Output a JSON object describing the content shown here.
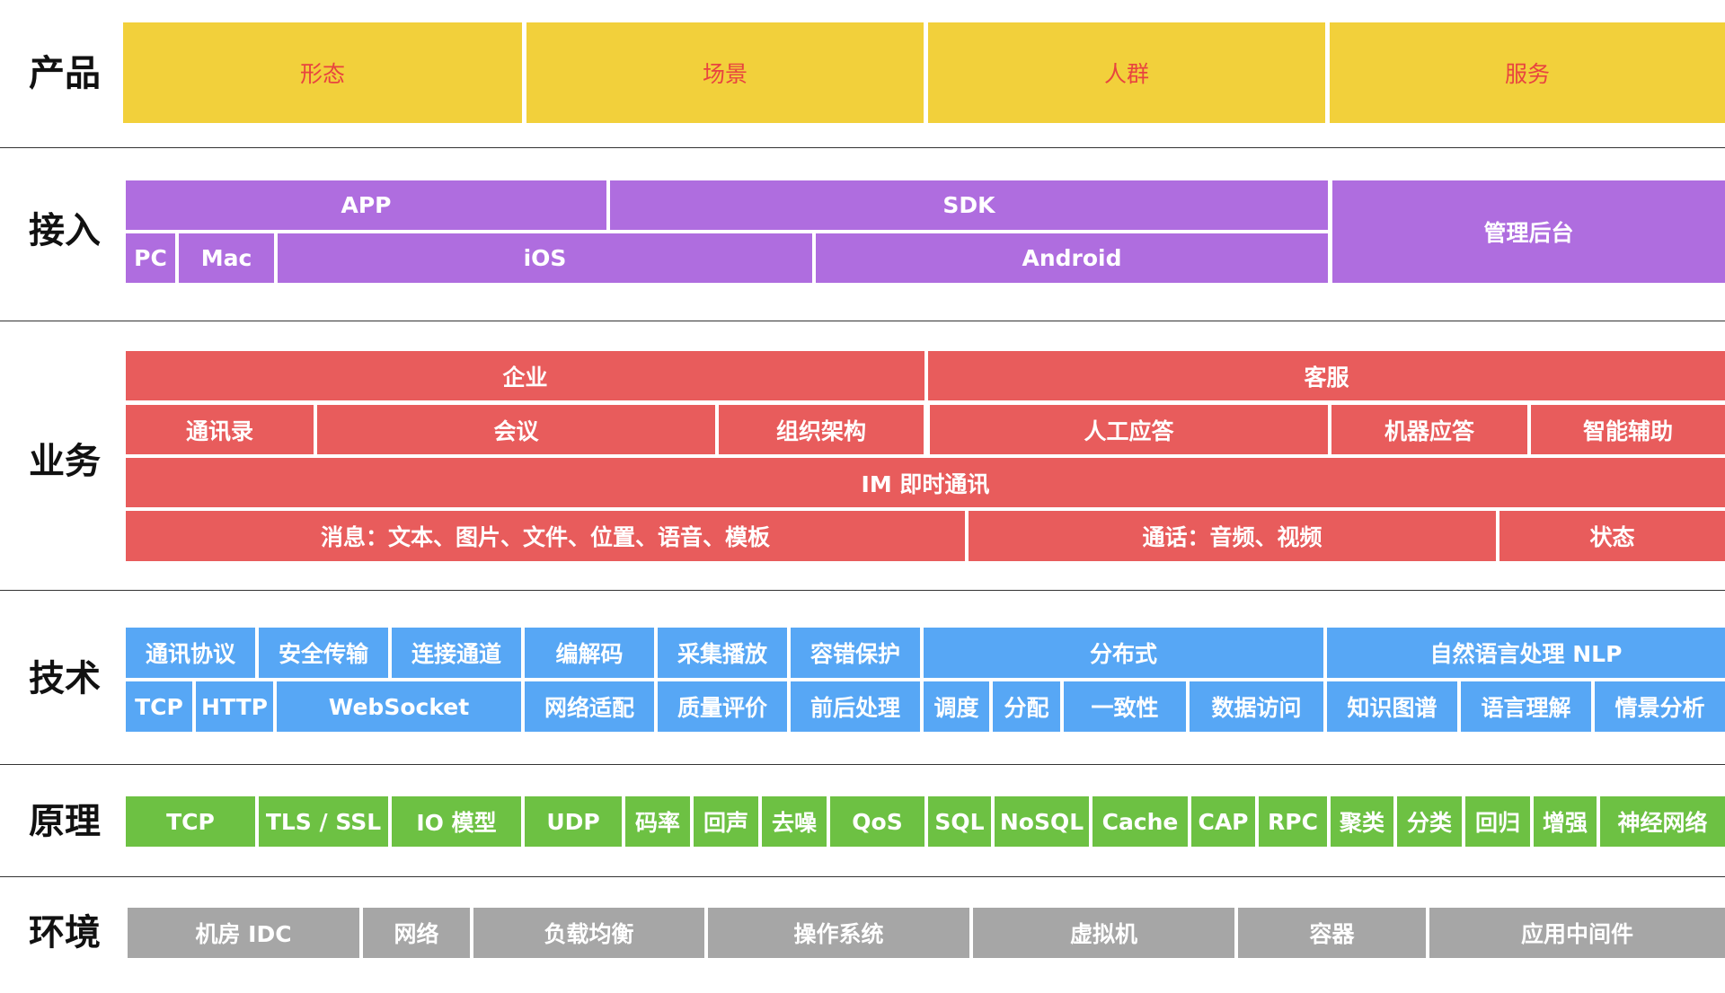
{
  "colors": {
    "product": "#f2d03b",
    "product_text": "#e8443f",
    "access": "#af6ddf",
    "business": "#e85c5c",
    "tech": "#57a7f5",
    "principle": "#6dc143",
    "env": "#a6a6a6"
  },
  "rows": {
    "product": "产品",
    "access": "接入",
    "business": "业务",
    "tech": "技术",
    "principle": "原理",
    "env": "环境"
  },
  "product": [
    "形态",
    "场景",
    "人群",
    "服务"
  ],
  "access": {
    "app": "APP",
    "sdk": "SDK",
    "admin": "管理后台",
    "pc": "PC",
    "mac": "Mac",
    "ios": "iOS",
    "android": "Android"
  },
  "business": {
    "enterprise": "企业",
    "service": "客服",
    "contacts": "通讯录",
    "meeting": "会议",
    "org": "组织架构",
    "human": "人工应答",
    "machine": "机器应答",
    "assist": "智能辅助",
    "im": "IM 即时通讯",
    "message": "消息：文本、图片、文件、位置、语音、模板",
    "call": "通话：音频、视频",
    "status": "状态"
  },
  "tech": {
    "top": [
      "通讯协议",
      "安全传输",
      "连接通道",
      "编解码",
      "采集播放",
      "容错保护",
      "分布式",
      "自然语言处理 NLP"
    ],
    "bottom": [
      "TCP",
      "HTTP",
      "WebSocket",
      "网络适配",
      "质量评价",
      "前后处理",
      "调度",
      "分配",
      "一致性",
      "数据访问",
      "知识图谱",
      "语言理解",
      "情景分析"
    ]
  },
  "principle": [
    "TCP",
    "TLS / SSL",
    "IO 模型",
    "UDP",
    "码率",
    "回声",
    "去噪",
    "QoS",
    "SQL",
    "NoSQL",
    "Cache",
    "CAP",
    "RPC",
    "聚类",
    "分类",
    "回归",
    "增强",
    "神经网络"
  ],
  "env": [
    "机房 IDC",
    "网络",
    "负载均衡",
    "操作系统",
    "虚拟机",
    "容器",
    "应用中间件"
  ]
}
